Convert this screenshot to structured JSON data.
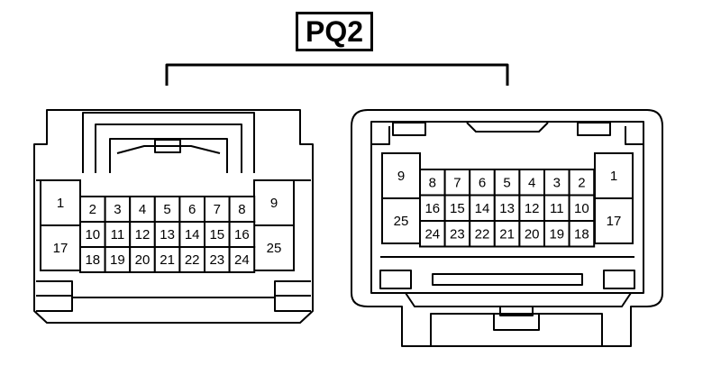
{
  "diagram": {
    "connector_name": "PQ2",
    "colors": {
      "line": "#000000",
      "background": "#ffffff"
    },
    "left_connector": {
      "rows": [
        [
          "1",
          "2",
          "3",
          "4",
          "5",
          "6",
          "7",
          "8",
          "9"
        ],
        [
          "17",
          "10",
          "11",
          "12",
          "13",
          "14",
          "15",
          "16",
          "25"
        ],
        [
          "18",
          "19",
          "20",
          "21",
          "22",
          "23",
          "24"
        ]
      ]
    },
    "right_connector": {
      "rows": [
        [
          "9",
          "8",
          "7",
          "6",
          "5",
          "4",
          "3",
          "2",
          "1"
        ],
        [
          "25",
          "16",
          "15",
          "14",
          "13",
          "12",
          "11",
          "10",
          "17"
        ],
        [
          "24",
          "23",
          "22",
          "21",
          "20",
          "19",
          "18"
        ]
      ]
    }
  }
}
